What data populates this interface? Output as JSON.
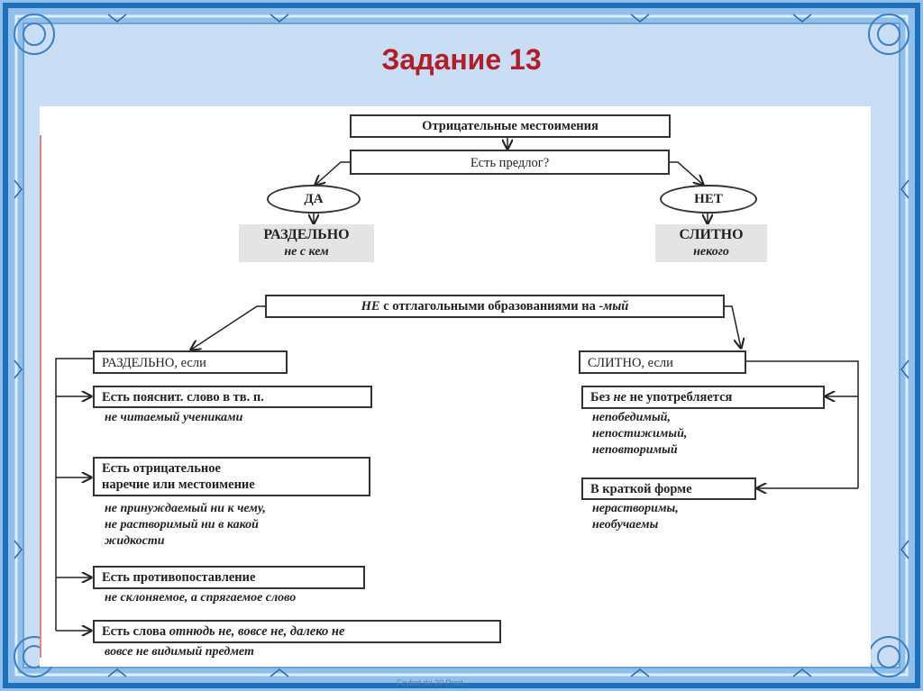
{
  "slide": {
    "title": "Задание 13",
    "footer": "Fcvbot.de 20 Prod..."
  },
  "diagram1": {
    "root": "Отрицательные местоимения",
    "question": "Есть предлог?",
    "yes": "ДА",
    "no": "НЕТ",
    "yes_result": "РАЗДЕЛЬНО",
    "yes_example": "не с кем",
    "no_result": "СЛИТНО",
    "no_example": "некого"
  },
  "diagram2": {
    "root_prefix": "НЕ",
    "root_rest": " с отглагольными образованиями на ",
    "root_suffix": "-мый",
    "left_header": "РАЗДЕЛЬНО, если",
    "right_header": "СЛИТНО, если",
    "left_items": [
      {
        "label": "Есть пояснит. слово в тв. п.",
        "example": "не читаемый учениками"
      },
      {
        "label": "Есть отрицательное\nнаречие или местоимение",
        "example": "не принуждаемый ни к чему,\nне растворимый ни в какой\nжидкости"
      },
      {
        "label": "Есть противопоставление",
        "example": "не склоняемое, а спрягаемое слово"
      },
      {
        "label_prefix": "Есть слова ",
        "label_italic": "отнюдь не, вовсе не, далеко не",
        "example": "вовсе не видимый предмет"
      }
    ],
    "right_items": [
      {
        "label_prefix": "Без ",
        "label_italic": "не",
        "label_rest": " не употребляется",
        "example": "непобедимый,\nнепостижимый,\nнеповторимый"
      },
      {
        "label": "В краткой форме",
        "example": "нерастворимы,\nнеобучаемы"
      }
    ]
  }
}
